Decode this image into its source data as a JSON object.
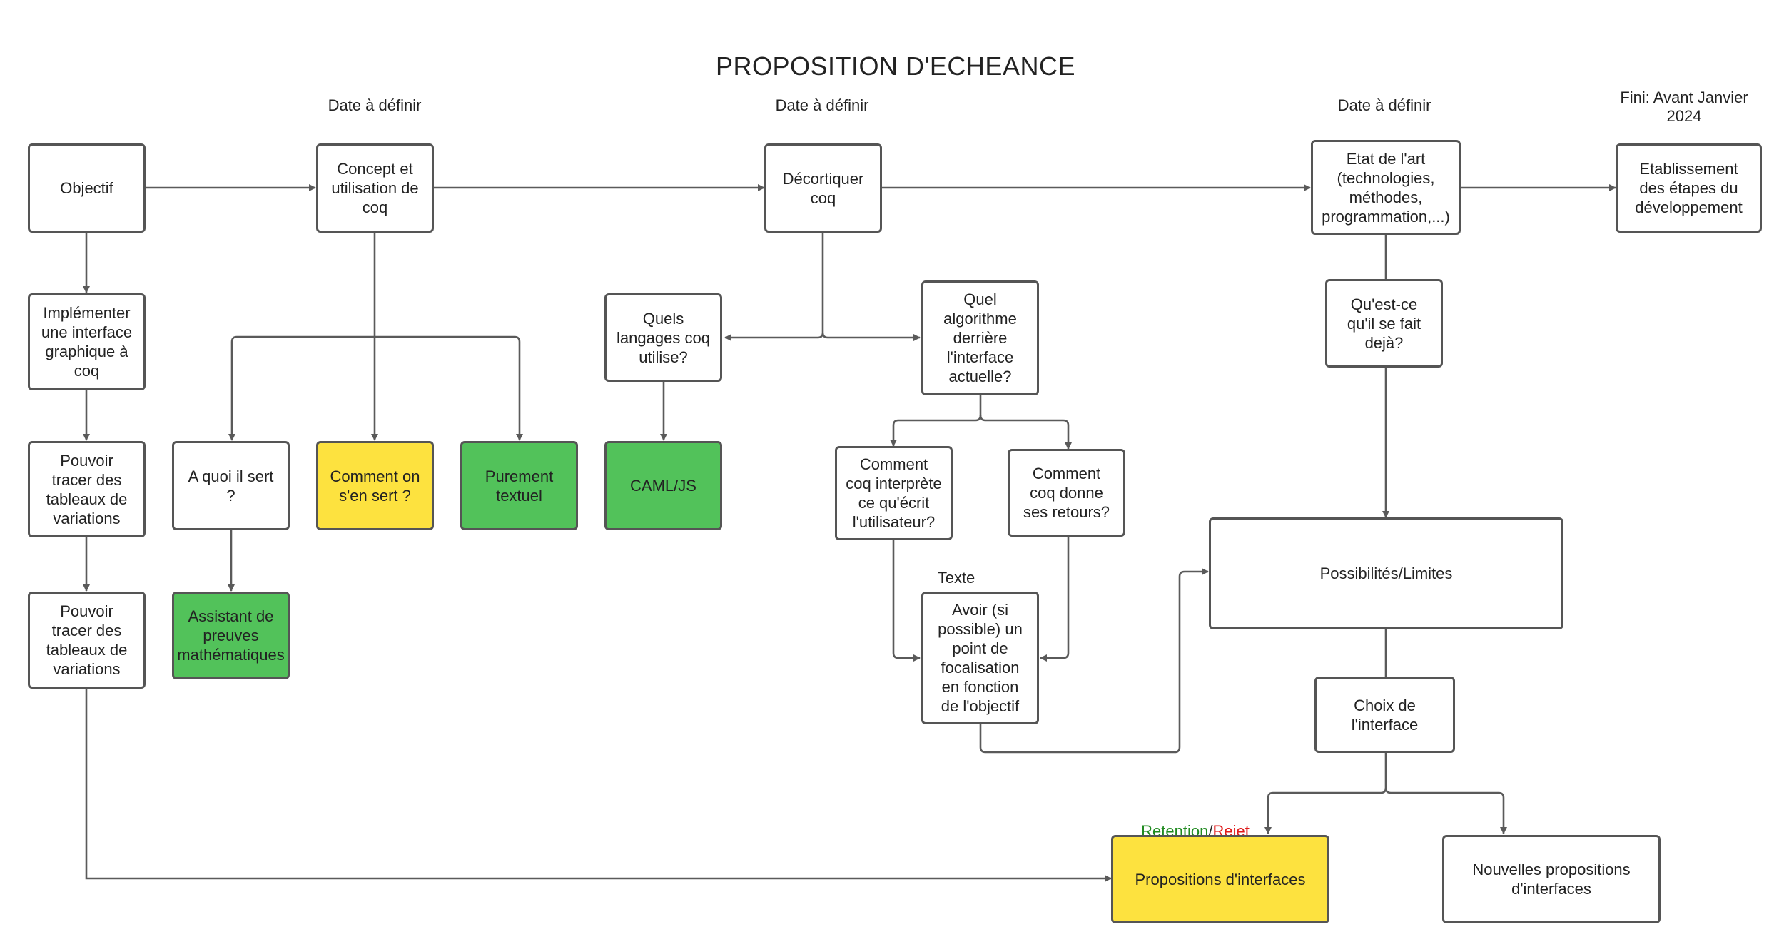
{
  "title": "PROPOSITION D'ECHEANCE",
  "labels": {
    "date1": "Date à définir",
    "date2": "Date à définir",
    "date3": "Date à définir",
    "fini": "Fini: Avant Janvier\n2024",
    "texte": "Texte",
    "retention": "Retention",
    "slash": "/",
    "rejet": "Rejet"
  },
  "nodes": {
    "objectif": "Objectif",
    "concept": "Concept et\nutilisation de\ncoq",
    "decortiquer": "Décortiquer\ncoq",
    "etat_art": "Etat de l'art\n(technologies,\nméthodes,\nprogrammation,...)",
    "etablissement": "Etablissement\ndes étapes du\ndéveloppement",
    "implementer": "Implémenter\nune interface\ngraphique à\ncoq",
    "pouvoir1": "Pouvoir\ntracer des\ntableaux de\nvariations",
    "pouvoir2": "Pouvoir\ntracer des\ntableaux de\nvariations",
    "a_quoi": "A quoi il sert\n?",
    "comment_on": "Comment on\ns'en sert ?",
    "purement": "Purement\ntextuel",
    "assistant": "Assistant de\npreuves\nmathématiques",
    "quels_langages": "Quels\nlangages coq\nutilise?",
    "caml": "CAML/JS",
    "quel_algo": "Quel\nalgorithme\nderrière\nl'interface\nactuelle?",
    "comment_interprete": "Comment\ncoq interprète\nce qu'écrit\nl'utilisateur?",
    "comment_retours": "Comment\ncoq donne\nses retours?",
    "avoir": "Avoir (si\npossible) un\npoint de\nfocalisation\nen fonction\nde l'objectif",
    "quest_ce": "Qu'est-ce\nqu'il se fait\ndejà?",
    "possibilites": "Possibilités/Limites",
    "choix": "Choix de\nl'interface",
    "propositions": "Propositions d'interfaces",
    "nouvelles": "Nouvelles propositions\nd'interfaces"
  },
  "colors": {
    "yellow": "#fde23f",
    "green": "#52c25a",
    "retention": "#1f8a1f",
    "rejet": "#e01b1b",
    "border": "#555555"
  }
}
